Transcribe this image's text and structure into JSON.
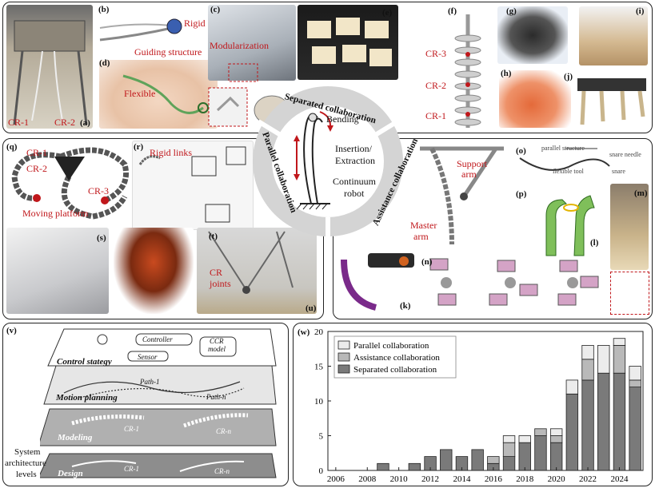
{
  "panel_labels": {
    "a": "(a)",
    "b": "(b)",
    "c": "(c)",
    "d": "(d)",
    "e": "(e)",
    "f": "(f)",
    "g": "(g)",
    "h": "(h)",
    "i": "(i)",
    "j": "(j)",
    "k": "(k)",
    "l": "(l)",
    "m": "(m)",
    "n": "(n)",
    "o": "(o)",
    "p": "(p)",
    "q": "(q)",
    "r": "(r)",
    "s": "(s)",
    "t": "(t)",
    "u": "(u)",
    "v": "(v)",
    "w": "(w)"
  },
  "top": {
    "cr1": "CR-1",
    "cr2": "CR-2",
    "rigid": "Rigid",
    "guiding": "Guiding structure",
    "flexible": "Flexible",
    "modularization": "Modularization",
    "cr3_f": "CR-3",
    "cr2_f": "CR-2",
    "cr1_f": "CR-1"
  },
  "center": {
    "separated": "Separated collaboration",
    "parallel": "Parallel collaboration",
    "assistance": "Assistance collaboration",
    "bending": "Bending",
    "insertion": "Insertion/",
    "extraction": "Extraction",
    "continuum": "Continuum",
    "robot": "robot"
  },
  "left_mid": {
    "cr1": "CR-1",
    "cr2": "CR-2",
    "cr3": "CR-3",
    "moving_platform": "Moving platform",
    "rigid_links": "Rigid links",
    "cr_joints_1": "CR",
    "cr_joints_2": "joints"
  },
  "right_mid": {
    "support_1": "Support",
    "support_2": "arm",
    "master_1": "Master",
    "master_2": "arm",
    "parallel_structure": "parallel structure",
    "snare_needle": "snare needle",
    "flexible_tool": "flexible tool",
    "snare": "snare"
  },
  "layers": {
    "control": "Control stategy",
    "motion": "Motion planning",
    "modeling": "Modeling",
    "design": "Design",
    "controller": "Controller",
    "ccr_1": "CCR",
    "ccr_2": "model",
    "sensor": "Sensor",
    "path1": "Path-1",
    "pathn": "Path-n",
    "cr1": "CR-1",
    "crn": "CR-n",
    "sys1": "System",
    "sys2": "architecture",
    "sys3": "levels"
  },
  "chart_data": {
    "type": "bar",
    "stacked": true,
    "categories": [
      2006,
      2007,
      2008,
      2009,
      2010,
      2011,
      2012,
      2013,
      2014,
      2015,
      2016,
      2017,
      2018,
      2019,
      2020,
      2021,
      2022,
      2023,
      2024,
      2025
    ],
    "xticks": [
      "2006",
      "2008",
      "2010",
      "2012",
      "2014",
      "2016",
      "2018",
      "2020",
      "2022",
      "2024"
    ],
    "yticks": [
      "0",
      "5",
      "10",
      "15",
      "20"
    ],
    "ylim": [
      0,
      20
    ],
    "series": [
      {
        "name": "Separated collaboration",
        "color": "#7a7a7a",
        "values": [
          0,
          0,
          0,
          1,
          0,
          1,
          2,
          3,
          2,
          3,
          1,
          2,
          4,
          5,
          4,
          11,
          13,
          14,
          14,
          12
        ]
      },
      {
        "name": "Assistance collaboration",
        "color": "#b9b9b9",
        "values": [
          0,
          0,
          0,
          0,
          0,
          0,
          0,
          0,
          0,
          0,
          1,
          2,
          0,
          1,
          1,
          0,
          3,
          0,
          4,
          1
        ]
      },
      {
        "name": "Parallel collaboration",
        "color": "#ececec",
        "values": [
          0,
          0,
          0,
          0,
          0,
          0,
          0,
          0,
          0,
          0,
          0,
          1,
          1,
          0,
          1,
          2,
          2,
          4,
          1,
          2
        ]
      }
    ],
    "legend_position": "top-left"
  }
}
